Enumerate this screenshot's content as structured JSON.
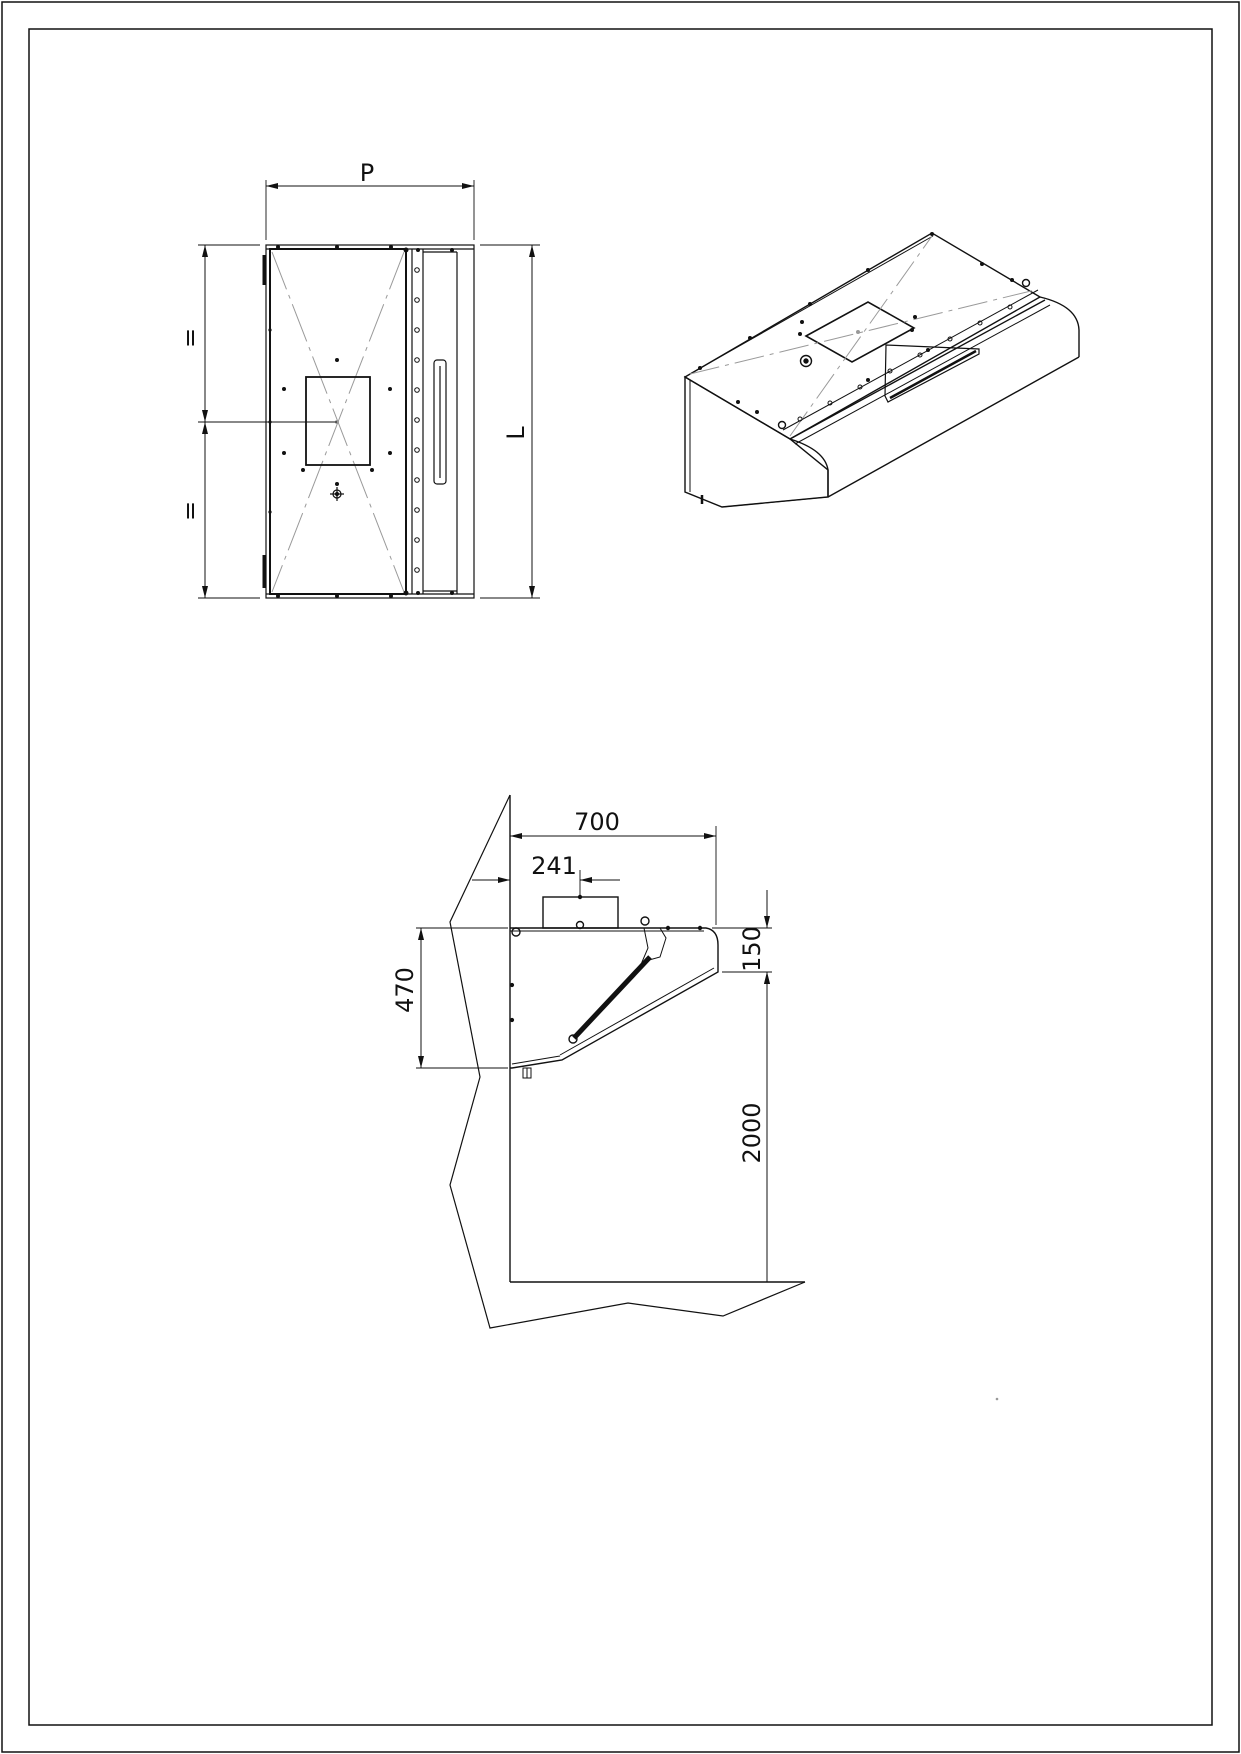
{
  "plan_view": {
    "width_label": "P",
    "length_label": "L",
    "equal_upper_label": "=",
    "equal_lower_label": "="
  },
  "side_view": {
    "depth_value": "700",
    "duct_offset_value": "241",
    "height_value": "470",
    "top_value": "150",
    "floor_value": "2000"
  },
  "colors": {
    "line": "#111111",
    "hidden_line": "#9a9a9a",
    "paper": "#ffffff"
  }
}
